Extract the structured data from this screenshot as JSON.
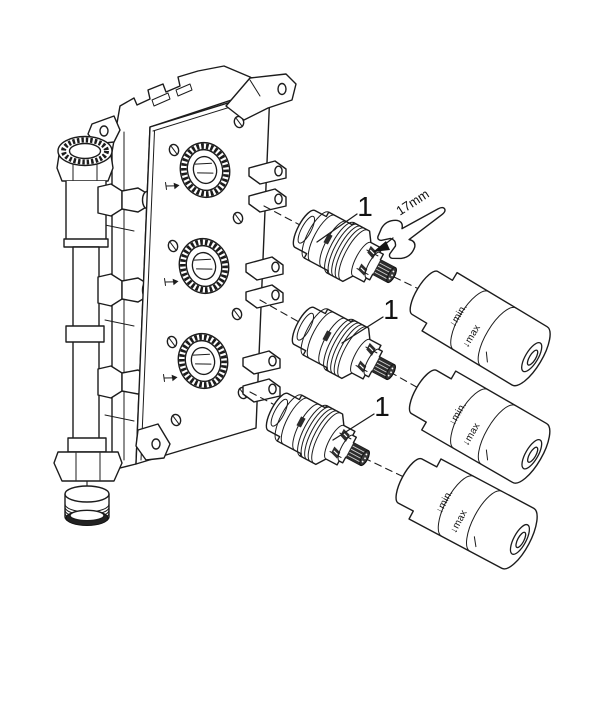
{
  "figure": {
    "background": "#ffffff",
    "line_color": "#1c1c1c",
    "type": "exploded-parts-diagram",
    "callouts": [
      {
        "label": "1"
      },
      {
        "label": "1"
      },
      {
        "label": "1"
      }
    ],
    "wrench_label": "17mm",
    "sleeve_markings": {
      "min": "↓min.",
      "max": "↓max"
    }
  }
}
